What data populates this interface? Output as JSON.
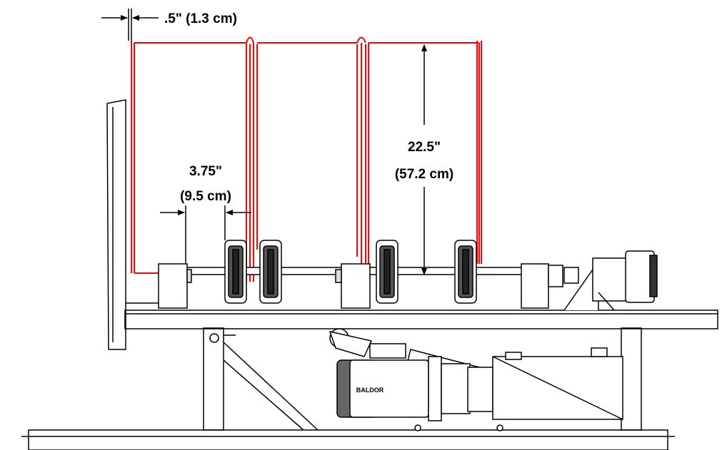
{
  "dimensions": {
    "offset": ".5\" (1.3 cm)",
    "height_in": "22.5\"",
    "height_cm": "(57.2 cm)",
    "spacing_in": "3.75\"",
    "spacing_cm": "(9.5 cm)"
  },
  "motor_label": "BALDOR",
  "colors": {
    "outline": "#ff0000",
    "line": "#000000",
    "background": "#ffffff"
  }
}
